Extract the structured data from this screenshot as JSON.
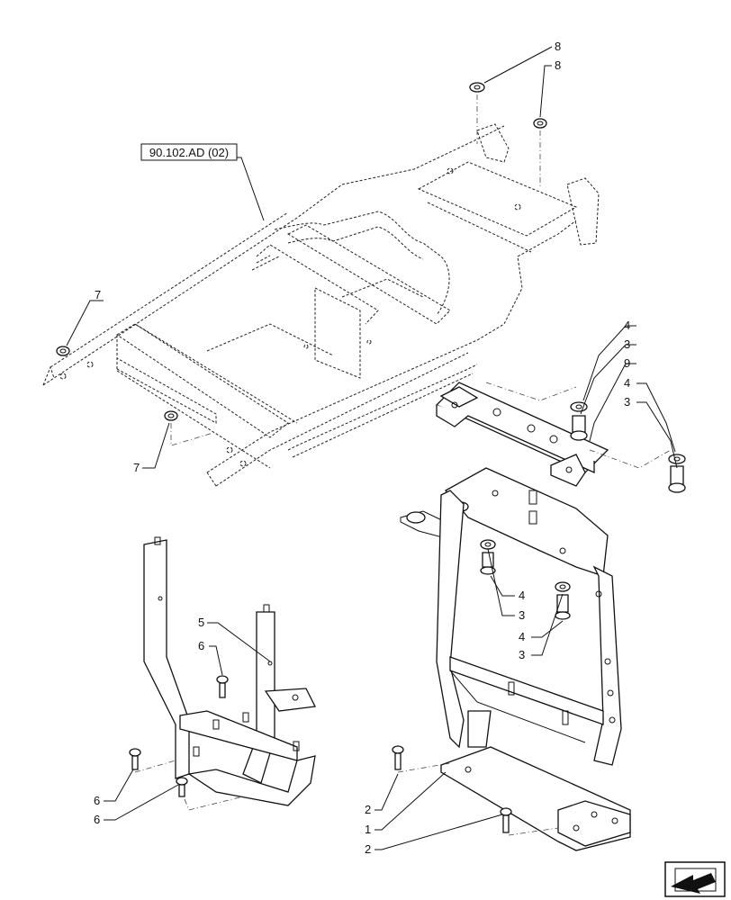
{
  "reference_box": "90.102.AD (02)",
  "callouts": {
    "c8a": "8",
    "c8b": "8",
    "c7a": "7",
    "c7b": "7",
    "c4a": "4",
    "c3a": "3",
    "c9": "9",
    "c4b": "4",
    "c3b": "3",
    "c5": "5",
    "c6a": "6",
    "c6b": "6",
    "c6c": "6",
    "c4c": "4",
    "c3c": "3",
    "c4d": "4",
    "c3d": "3",
    "c2a": "2",
    "c1": "1",
    "c2b": "2"
  },
  "nav_icon": "arrow-icon"
}
